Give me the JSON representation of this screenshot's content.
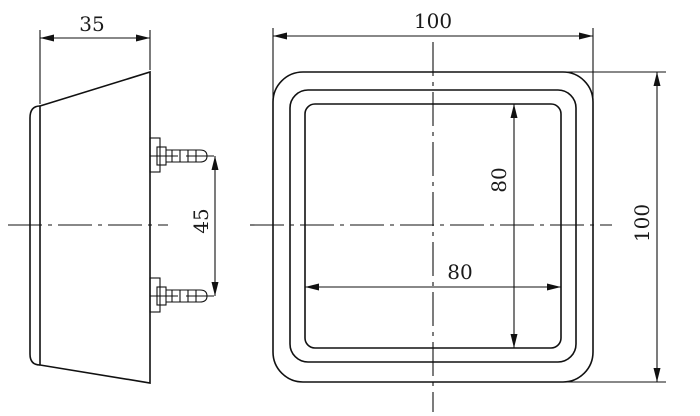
{
  "dimensions": {
    "side_depth": "35",
    "bolt_spacing": "45",
    "overall_width": "100",
    "overall_height": "100",
    "inner_width": "80",
    "inner_height": "80"
  }
}
